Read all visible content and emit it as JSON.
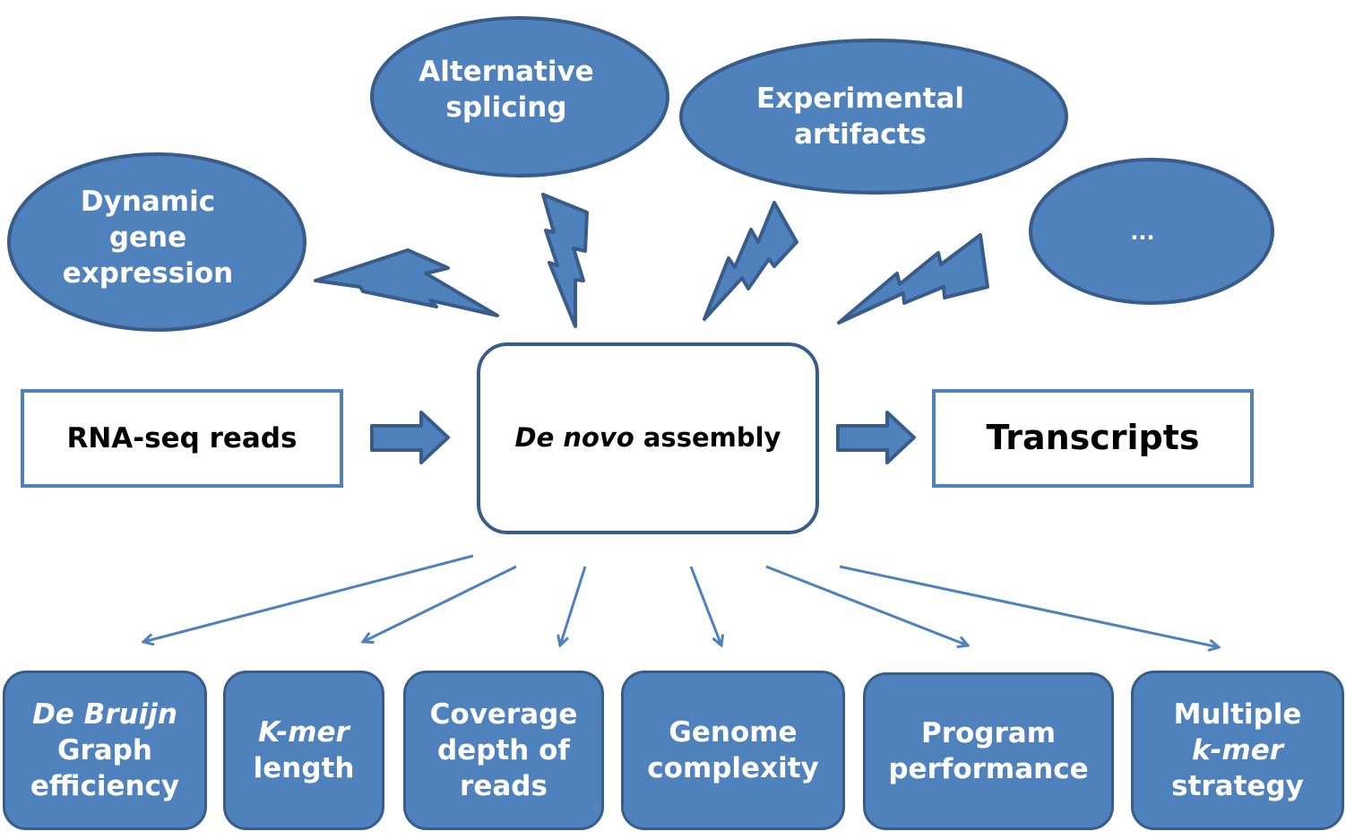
{
  "clouds": [
    {
      "id": "dynamic",
      "lines": [
        "Dynamic",
        "gene",
        "expression"
      ]
    },
    {
      "id": "splicing",
      "lines": [
        "Alternative",
        "splicing"
      ]
    },
    {
      "id": "artifacts",
      "lines": [
        "Experimental",
        "artifacts"
      ]
    },
    {
      "id": "more",
      "lines": [
        "..."
      ]
    }
  ],
  "flow": {
    "input": "RNA-seq reads",
    "center_italic": "De novo",
    "center_rest": " assembly",
    "output": "Transcripts"
  },
  "factors": [
    {
      "italic": "De Bruijn",
      "rest": [
        "Graph",
        "efficiency"
      ]
    },
    {
      "italic": "K-mer",
      "rest": [
        "length"
      ]
    },
    {
      "italic": "",
      "rest": [
        "Coverage",
        "depth of",
        "reads"
      ]
    },
    {
      "italic": "",
      "rest": [
        "Genome",
        "complexity"
      ]
    },
    {
      "italic": "",
      "rest": [
        "Program",
        "performance"
      ]
    },
    {
      "pre": "Multiple",
      "italic": "k-mer",
      "rest": [
        "strategy"
      ]
    }
  ],
  "colors": {
    "fill": "#4f81bd",
    "stroke": "#385d8a"
  }
}
